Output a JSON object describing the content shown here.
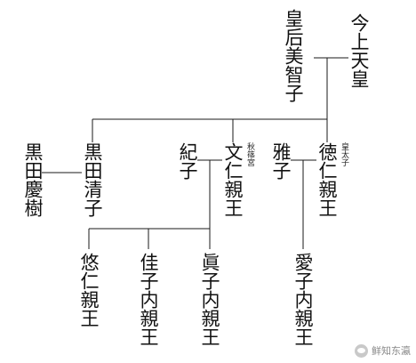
{
  "people": {
    "emperor": "今上天皇",
    "empress": "皇后美智子",
    "kuroda_yoshiki": "黒田慶樹",
    "kuroda_sayako": "黒田清子",
    "kiko": "紀子",
    "fumihito": "文仁親王",
    "masako": "雅子",
    "naruhito": "徳仁親王",
    "hisahito": "悠仁親王",
    "kako": "佳子内親王",
    "mako": "眞子内親王",
    "aiko": "愛子内親王"
  },
  "notes": {
    "akishino": "秋篠宮",
    "crown_prince": "皇太子"
  },
  "watermark": {
    "text": "鲜知东瀛",
    "icon": "wechat-icon"
  },
  "colors": {
    "line": "#1a1a1a",
    "text": "#111111",
    "watermark": "#8a8a8a"
  }
}
